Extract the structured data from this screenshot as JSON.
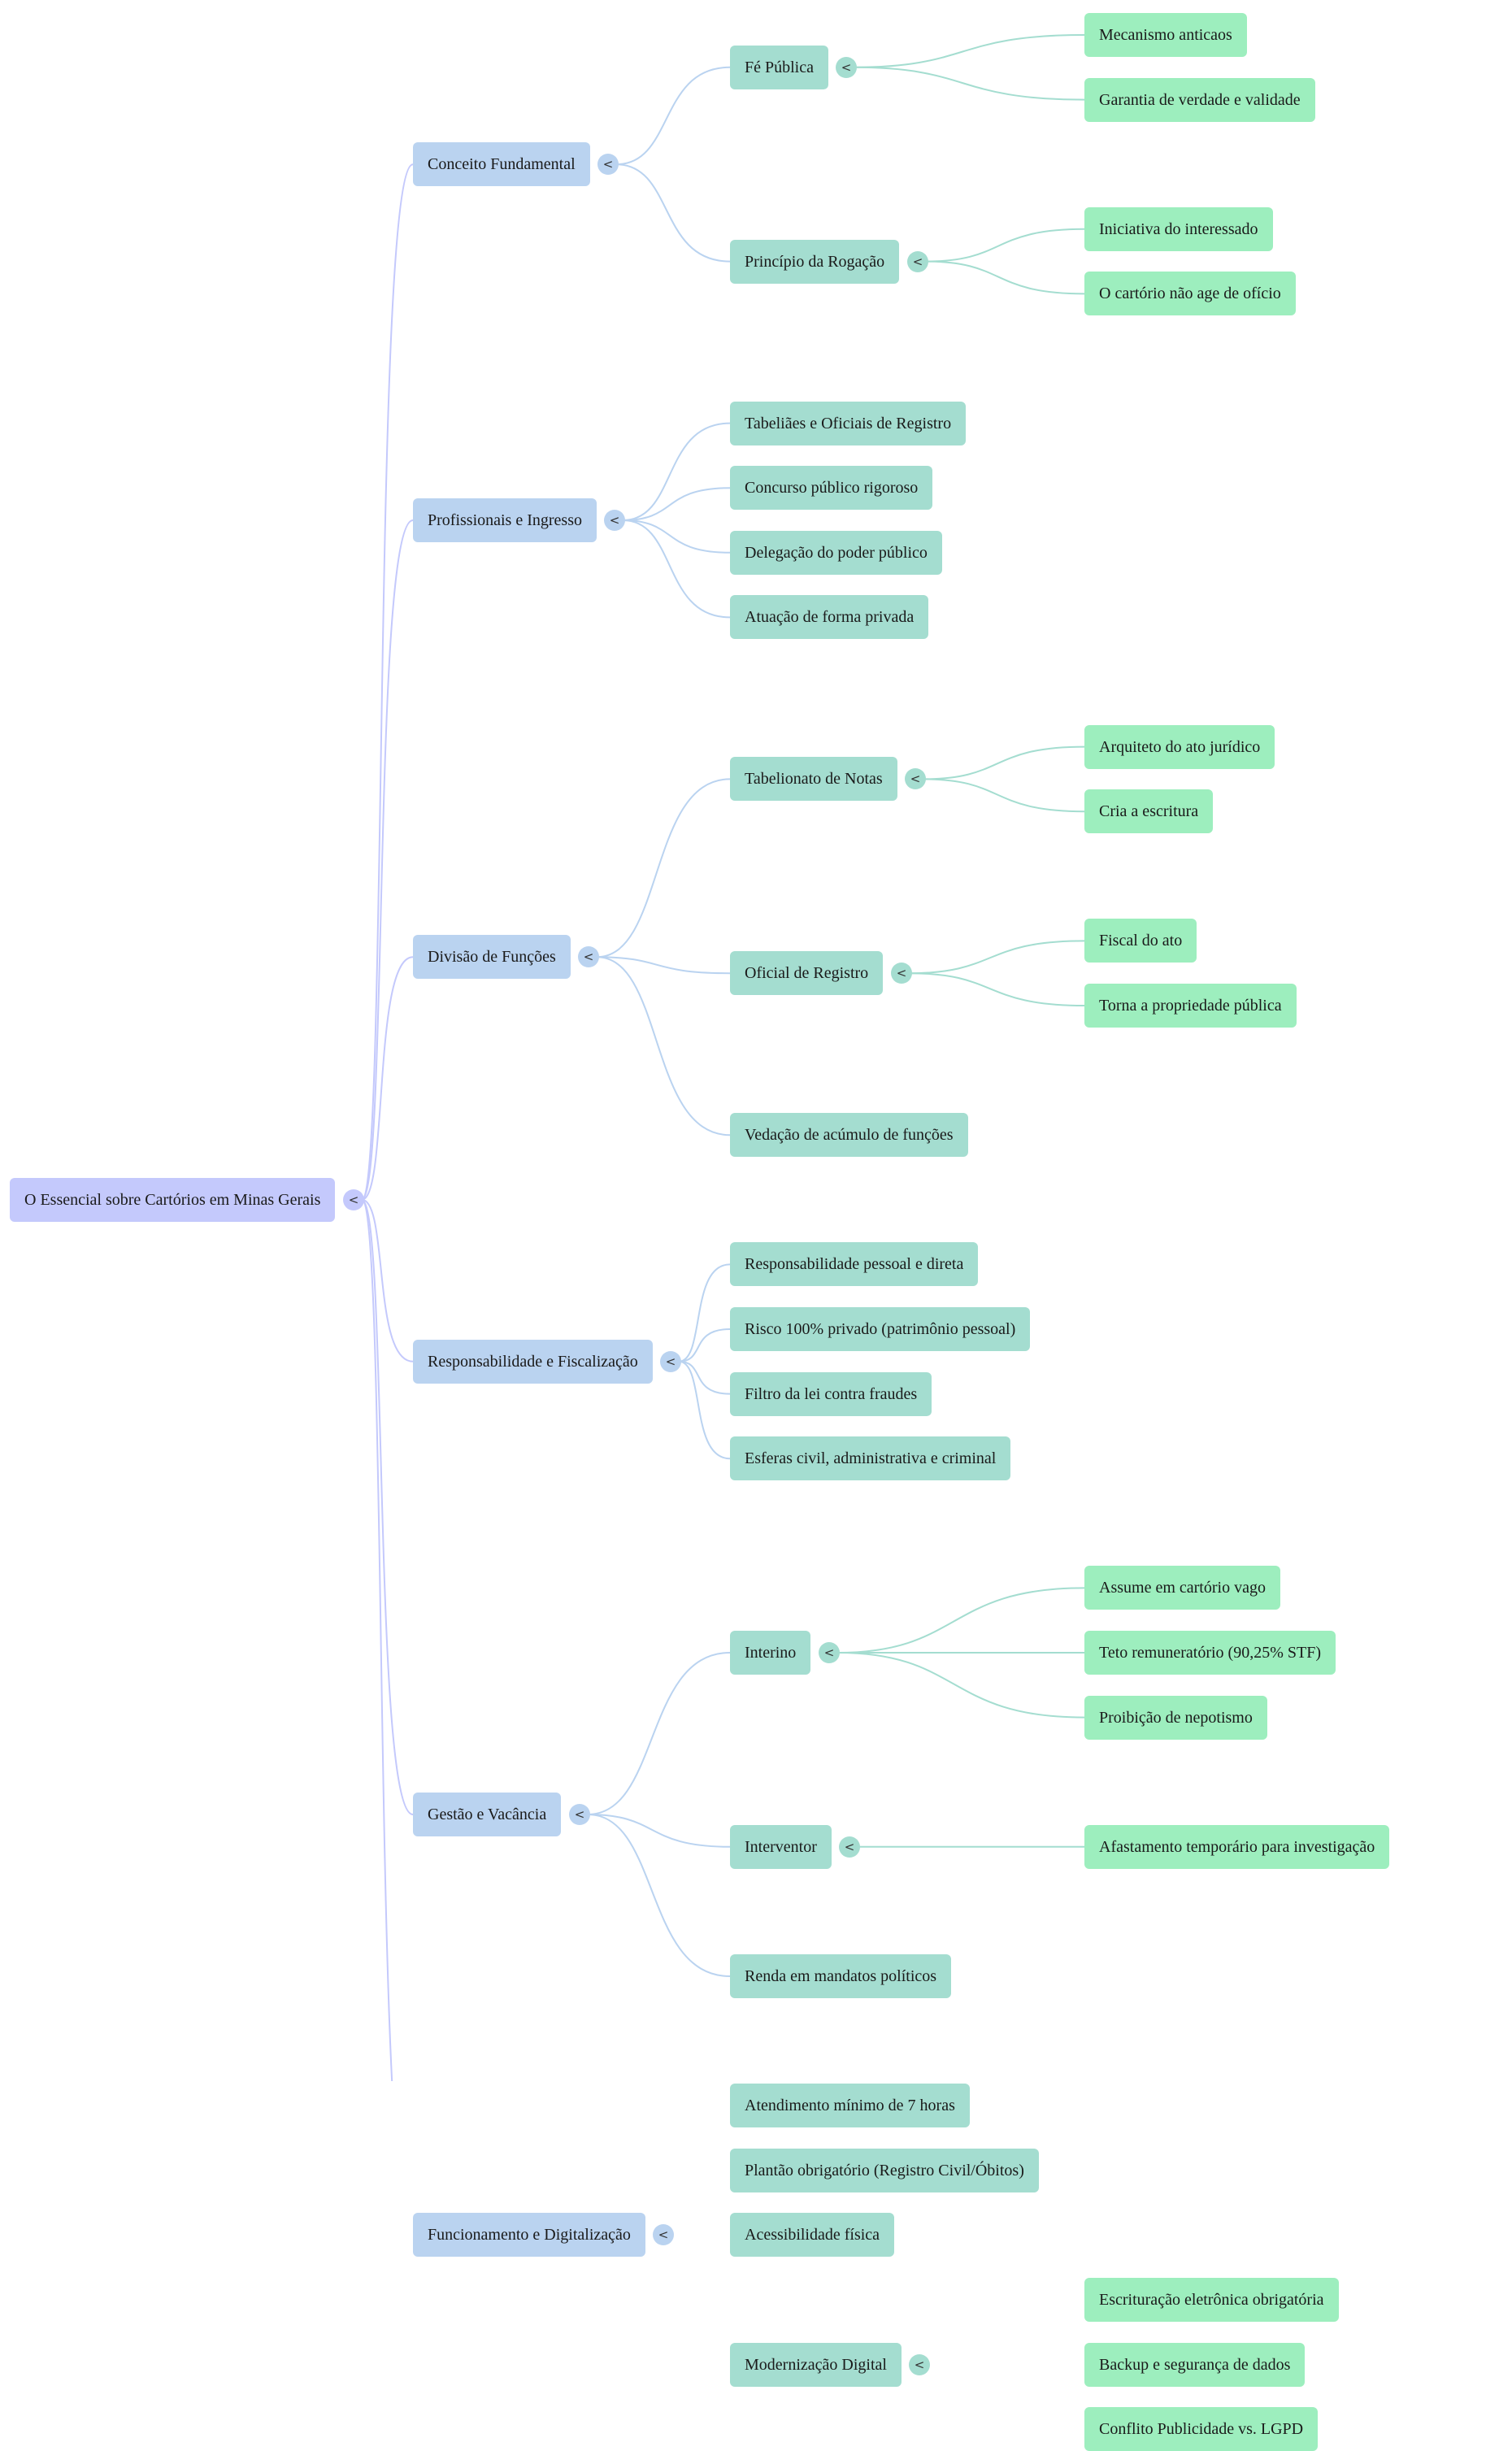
{
  "title": "O Essencial sobre Cartórios em Minas Gerais",
  "toggle_glyph": "<",
  "colors": {
    "root": "#c4c9fc",
    "branch": "#bad3f0",
    "sub": "#a4ddd0",
    "leaf": "#9deebe",
    "link_root": "#c4c9fc",
    "link_branch": "#bad3f0",
    "link_sub": "#a4ddd0"
  },
  "root": {
    "label": "O Essencial sobre Cartórios em Minas Gerais",
    "children": [
      {
        "label": "Conceito Fundamental",
        "children": [
          {
            "label": "Fé Pública",
            "children": [
              {
                "label": "Mecanismo anticaos"
              },
              {
                "label": "Garantia de verdade e validade"
              }
            ]
          },
          {
            "label": "Princípio da Rogação",
            "children": [
              {
                "label": "Iniciativa do interessado"
              },
              {
                "label": "O cartório não age de ofício"
              }
            ]
          }
        ]
      },
      {
        "label": "Profissionais e Ingresso",
        "children": [
          {
            "label": "Tabeliães e Oficiais de Registro"
          },
          {
            "label": "Concurso público rigoroso"
          },
          {
            "label": "Delegação do poder público"
          },
          {
            "label": "Atuação de forma privada"
          }
        ]
      },
      {
        "label": "Divisão de Funções",
        "children": [
          {
            "label": "Tabelionato de Notas",
            "children": [
              {
                "label": "Arquiteto do ato jurídico"
              },
              {
                "label": "Cria a escritura"
              }
            ]
          },
          {
            "label": "Oficial de Registro",
            "children": [
              {
                "label": "Fiscal do ato"
              },
              {
                "label": "Torna a propriedade pública"
              }
            ]
          },
          {
            "label": "Vedação de acúmulo de funções"
          }
        ]
      },
      {
        "label": "Responsabilidade e Fiscalização",
        "children": [
          {
            "label": "Responsabilidade pessoal e direta"
          },
          {
            "label": "Risco 100% privado (patrimônio pessoal)"
          },
          {
            "label": "Filtro da lei contra fraudes"
          },
          {
            "label": "Esferas civil, administrativa e criminal"
          }
        ]
      },
      {
        "label": "Gestão e Vacância",
        "children": [
          {
            "label": "Interino",
            "children": [
              {
                "label": "Assume em cartório vago"
              },
              {
                "label": "Teto remuneratório (90,25% STF)"
              },
              {
                "label": "Proibição de nepotismo"
              }
            ]
          },
          {
            "label": "Interventor",
            "children": [
              {
                "label": "Afastamento temporário para investigação"
              }
            ]
          },
          {
            "label": "Renda em mandatos políticos"
          }
        ]
      },
      {
        "label": "Funcionamento e Digitalização",
        "children": [
          {
            "label": "Atendimento mínimo de 7 horas"
          },
          {
            "label": "Plantão obrigatório (Registro Civil/Óbitos)"
          },
          {
            "label": "Acessibilidade física"
          },
          {
            "label": "Modernização Digital",
            "children": [
              {
                "label": "Escrituração eletrônica obrigatória"
              },
              {
                "label": "Backup e segurança de dados"
              },
              {
                "label": "Conflito Publicidade vs. LGPD"
              }
            ]
          }
        ]
      }
    ]
  }
}
